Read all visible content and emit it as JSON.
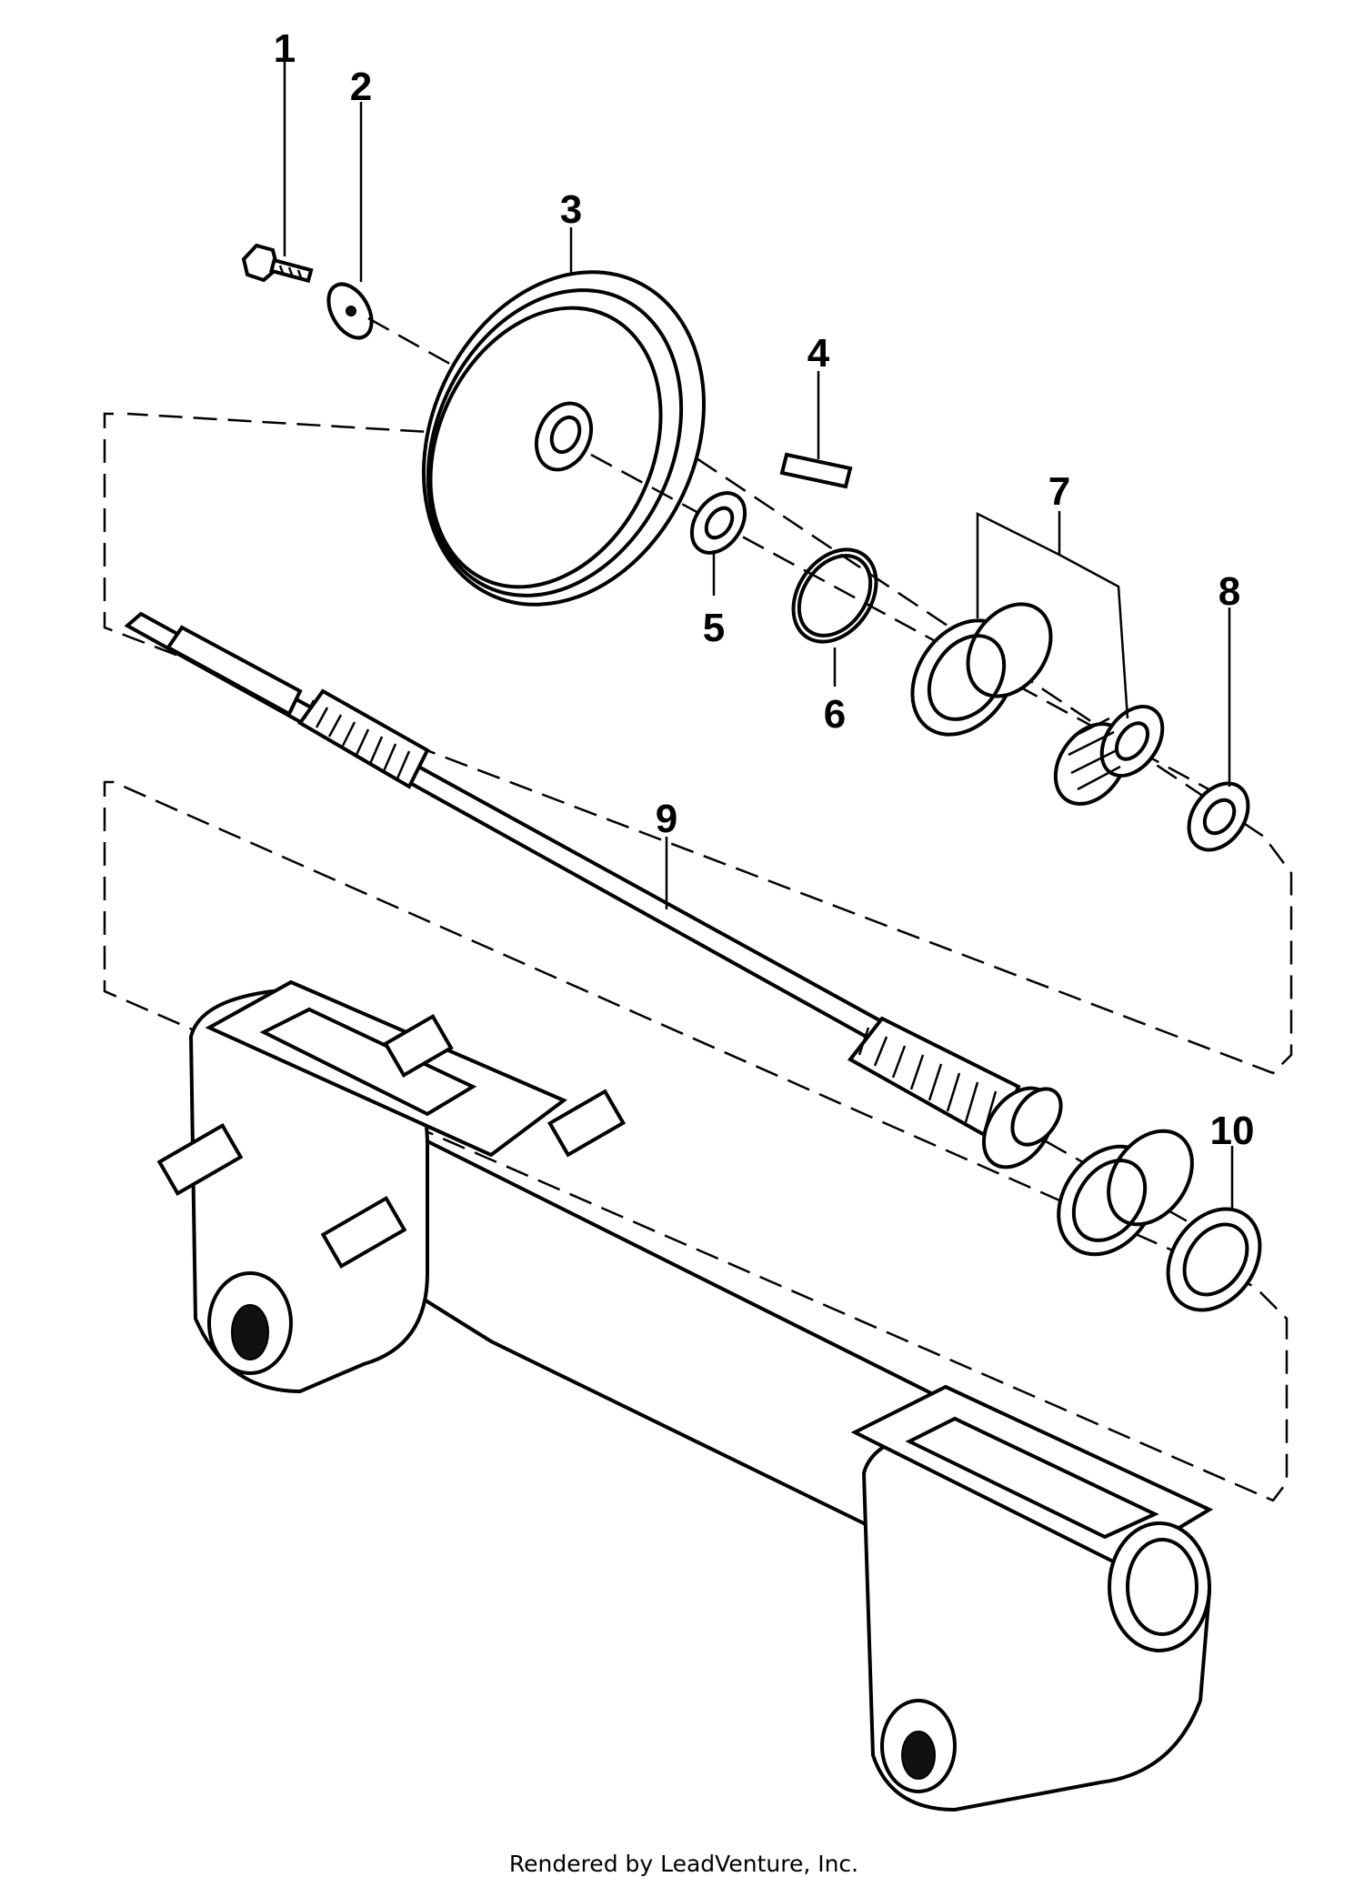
{
  "callouts": [
    {
      "id": "1",
      "label": "1"
    },
    {
      "id": "2",
      "label": "2"
    },
    {
      "id": "3",
      "label": "3"
    },
    {
      "id": "4",
      "label": "4"
    },
    {
      "id": "5",
      "label": "5"
    },
    {
      "id": "6",
      "label": "6"
    },
    {
      "id": "7",
      "label": "7"
    },
    {
      "id": "8",
      "label": "8"
    },
    {
      "id": "9",
      "label": "9"
    },
    {
      "id": "10",
      "label": "10"
    }
  ],
  "footer": "Rendered by LeadVenture, Inc."
}
